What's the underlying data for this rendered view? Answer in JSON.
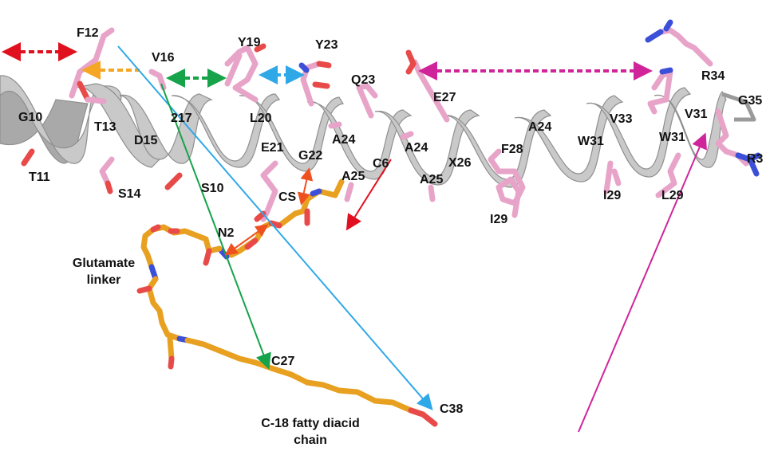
{
  "residues": [
    {
      "id": "F12",
      "label": "F12"
    },
    {
      "id": "V16",
      "label": "V16"
    },
    {
      "id": "Y19",
      "label": "Y19"
    },
    {
      "id": "Y23",
      "label": "Y23"
    },
    {
      "id": "Q23",
      "label": "Q23"
    },
    {
      "id": "E27",
      "label": "E27"
    },
    {
      "id": "G10",
      "label": "G10"
    },
    {
      "id": "T13",
      "label": "T13"
    },
    {
      "id": "D15",
      "label": "D15"
    },
    {
      "id": "S17",
      "label": "217"
    },
    {
      "id": "L20",
      "label": "L20"
    },
    {
      "id": "E21",
      "label": "E21"
    },
    {
      "id": "G22",
      "label": "G22"
    },
    {
      "id": "A24a",
      "label": "A24"
    },
    {
      "id": "A24b",
      "label": "A24"
    },
    {
      "id": "A25a",
      "label": "A25"
    },
    {
      "id": "A25b",
      "label": "A25"
    },
    {
      "id": "C6",
      "label": "C6"
    },
    {
      "id": "X26",
      "label": "X26"
    },
    {
      "id": "F28",
      "label": "F28"
    },
    {
      "id": "A24c",
      "label": "A24"
    },
    {
      "id": "W31a",
      "label": "W31"
    },
    {
      "id": "V33",
      "label": "V33"
    },
    {
      "id": "W31b",
      "label": "W31"
    },
    {
      "id": "V31",
      "label": "V31"
    },
    {
      "id": "R34",
      "label": "R34"
    },
    {
      "id": "G35",
      "label": "G35"
    },
    {
      "id": "R36",
      "label": "R3"
    },
    {
      "id": "T11",
      "label": "T11"
    },
    {
      "id": "S14",
      "label": "S14"
    },
    {
      "id": "S10",
      "label": "S10"
    },
    {
      "id": "I29a",
      "label": "I29"
    },
    {
      "id": "I29b",
      "label": "I29"
    },
    {
      "id": "L29",
      "label": "L29"
    },
    {
      "id": "CS",
      "label": "CS"
    },
    {
      "id": "N2",
      "label": "N2"
    },
    {
      "id": "C27",
      "label": "C27"
    },
    {
      "id": "C38",
      "label": "C38"
    }
  ],
  "annotations": {
    "linker": [
      "Glutamate",
      "linker"
    ],
    "chain": [
      "C-18 fatty diacid",
      "chain"
    ]
  },
  "colors": {
    "helix": "#c9c9c9",
    "sidechain": "#e8a4c8",
    "oxygen": "#e84a4a",
    "nitrogen": "#3b4fd8",
    "lipid": "#e8a020",
    "arrow_red": "#e0101e",
    "arrow_orange": "#f5a623",
    "arrow_green": "#16a34a",
    "arrow_blue": "#2fa8e8",
    "arrow_magenta": "#d0259a",
    "arrow_orangered": "#f05020"
  }
}
